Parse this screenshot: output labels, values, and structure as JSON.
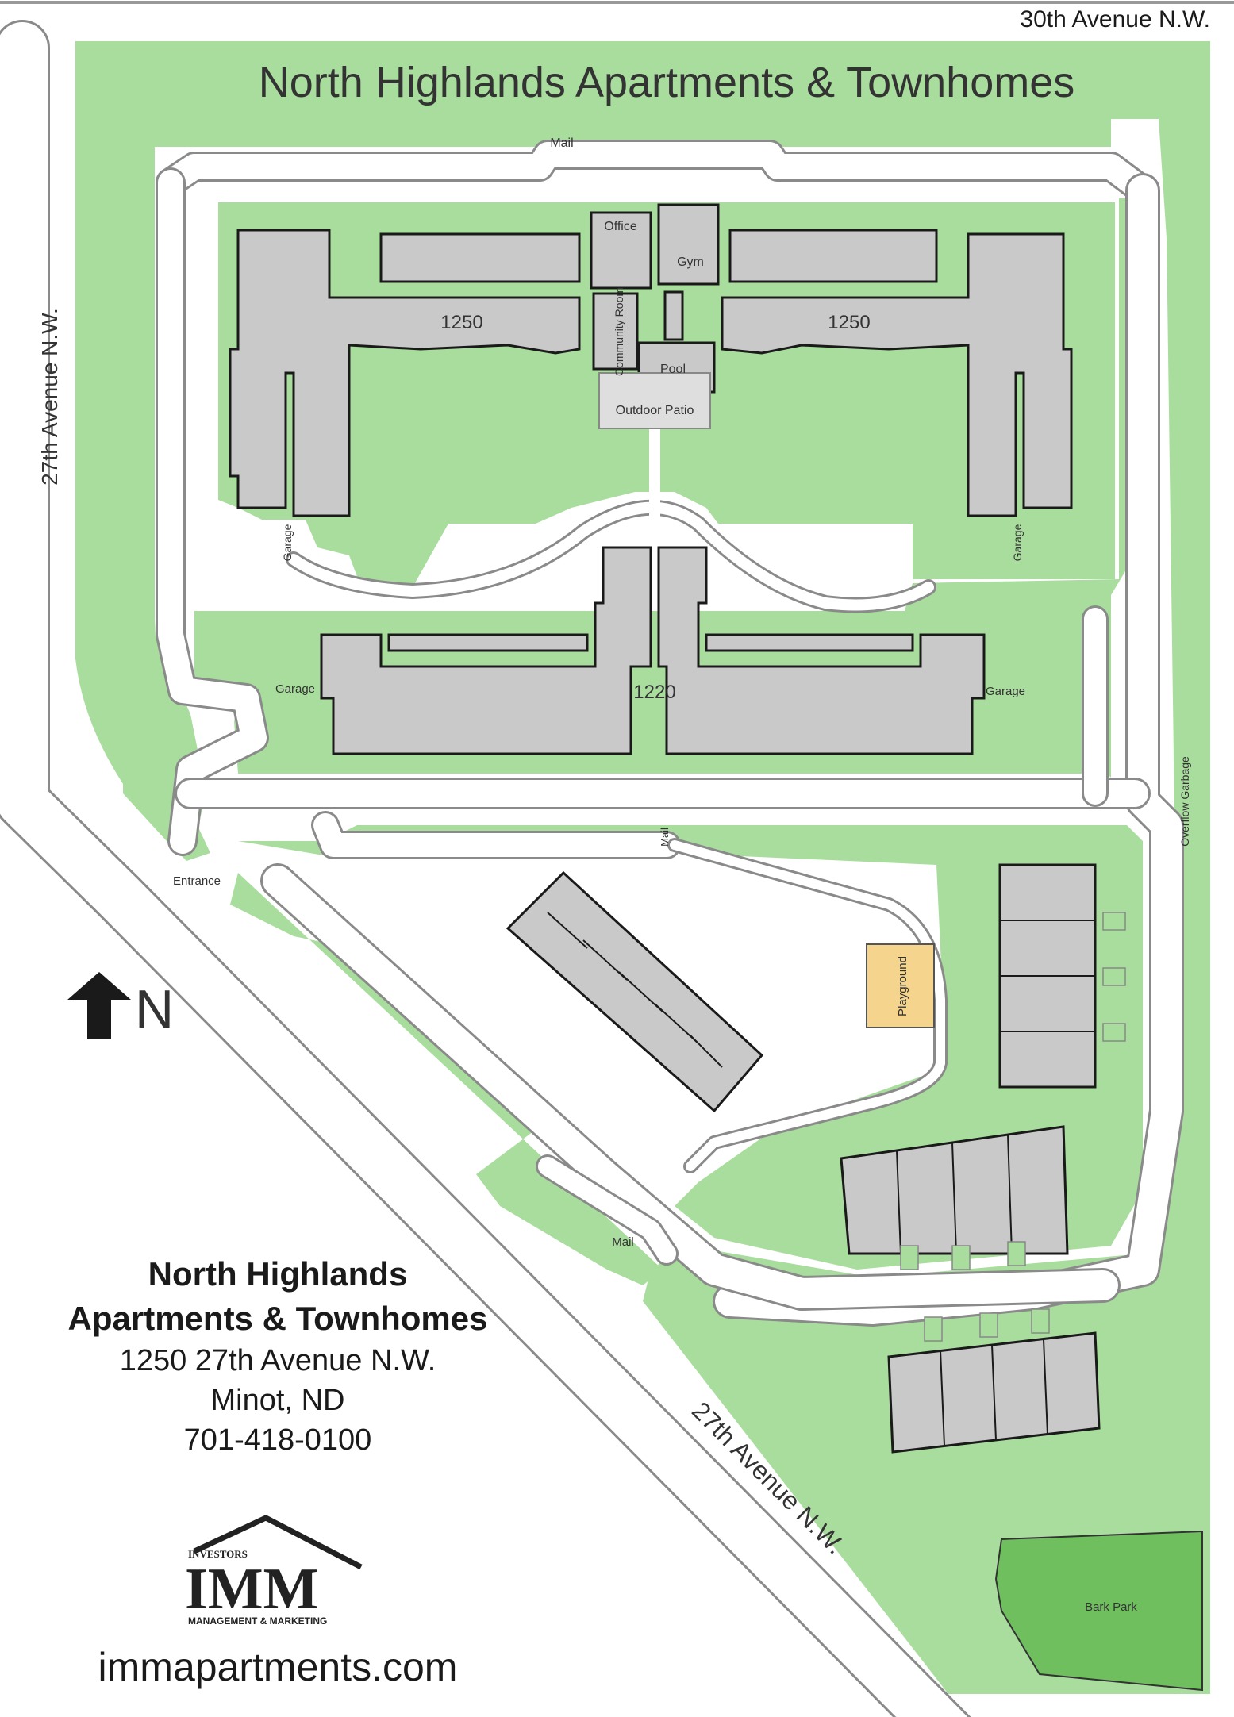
{
  "map": {
    "title": "North Highlands Apartments & Townhomes",
    "streets": {
      "north": "30th Avenue N.W.",
      "west": "27th Avenue N.W.",
      "southwest": "27th Avenue N.W."
    },
    "buildings": {
      "north_west": "1250",
      "north_east": "1250",
      "south": "1220"
    },
    "amenities": {
      "office": "Office",
      "gym": "Gym",
      "community_room": "Community Room",
      "pool": "Pool",
      "outdoor_patio": "Outdoor Patio",
      "playground": "Playground",
      "bark_park": "Bark Park",
      "overflow_garbage": "Overflow Garbage"
    },
    "labels": {
      "mail_top": "Mail",
      "mail_center": "Mail",
      "mail_bottom": "Mail",
      "garage_nw": "Garage",
      "garage_ne": "Garage",
      "garage_w": "Garage",
      "garage_e": "Garage",
      "entrance": "Entrance"
    },
    "north_arrow_label": "N",
    "colors": {
      "lawn": "#a9dd9d",
      "building": "#c9c9c9",
      "playground": "#f5d58d",
      "bark_park": "#6fbf5f",
      "road": "#ffffff"
    }
  },
  "info": {
    "name_line1": "North Highlands",
    "name_line2": "Apartments & Townhomes",
    "address": "1250 27th Avenue N.W.",
    "city": "Minot, ND",
    "phone": "701-418-0100",
    "website": "immapartments.com"
  },
  "logo": {
    "top_text": "INVESTORS",
    "letters": "IMM",
    "bottom_text": "MANAGEMENT & MARKETING"
  }
}
